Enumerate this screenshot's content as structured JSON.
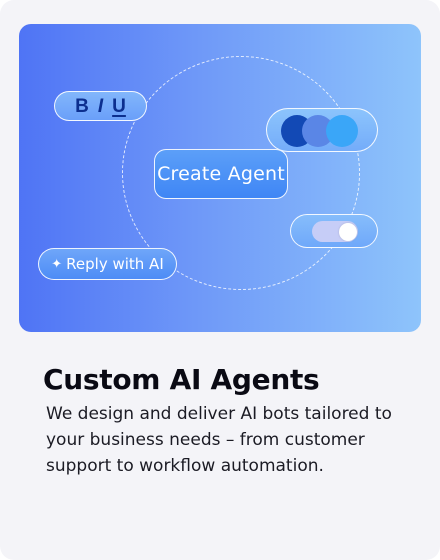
{
  "hero": {
    "format_toolbar": {
      "bold": "B",
      "italic": "I",
      "underline": "U"
    },
    "color_swatches": [
      "#1249b5",
      "#5a86e6",
      "#3aa6f8"
    ],
    "create_button": "Create Agent",
    "toggle": {
      "on": true
    },
    "reply_button": {
      "icon": "sparkle-icon",
      "label": "Reply with AI"
    }
  },
  "card": {
    "title": "Custom AI Agents",
    "description": "We design and deliver AI bots tailored to your business needs – from customer support to workflow automation."
  },
  "colors": {
    "gradient_start": "#4f74f5",
    "gradient_end": "#8ec4fb",
    "card_background": "#f4f4f8"
  }
}
